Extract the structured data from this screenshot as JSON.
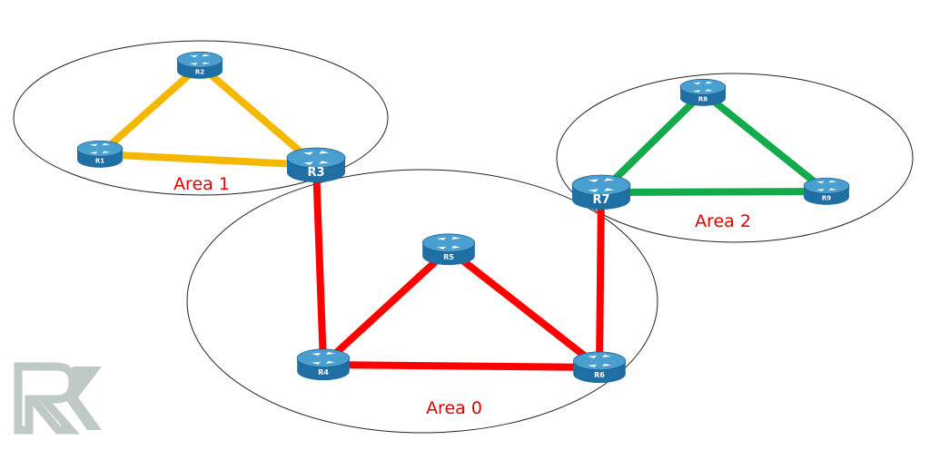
{
  "areas": [
    {
      "id": "area1",
      "label": "Area 1"
    },
    {
      "id": "area0",
      "label": "Area 0"
    },
    {
      "id": "area2",
      "label": "Area 2"
    }
  ],
  "routers": [
    {
      "id": "R1",
      "label": "R1"
    },
    {
      "id": "R2",
      "label": "R2"
    },
    {
      "id": "R3",
      "label": "R3"
    },
    {
      "id": "R4",
      "label": "R4"
    },
    {
      "id": "R5",
      "label": "R5"
    },
    {
      "id": "R6",
      "label": "R6"
    },
    {
      "id": "R7",
      "label": "R7"
    },
    {
      "id": "R8",
      "label": "R8"
    },
    {
      "id": "R9",
      "label": "R9"
    }
  ],
  "links": [
    {
      "from": "R1",
      "to": "R2",
      "area": "area1"
    },
    {
      "from": "R2",
      "to": "R3",
      "area": "area1"
    },
    {
      "from": "R1",
      "to": "R3",
      "area": "area1"
    },
    {
      "from": "R3",
      "to": "R4",
      "area": "area0"
    },
    {
      "from": "R4",
      "to": "R5",
      "area": "area0"
    },
    {
      "from": "R5",
      "to": "R6",
      "area": "area0"
    },
    {
      "from": "R4",
      "to": "R6",
      "area": "area0"
    },
    {
      "from": "R7",
      "to": "R6",
      "area": "area0"
    },
    {
      "from": "R7",
      "to": "R8",
      "area": "area2"
    },
    {
      "from": "R8",
      "to": "R9",
      "area": "area2"
    },
    {
      "from": "R7",
      "to": "R9",
      "area": "area2"
    }
  ],
  "colors": {
    "area1": "#f5b800",
    "area0": "#ff0000",
    "area2": "#12aa4a",
    "router_body": "#1f6fa4",
    "router_top": "#4a9fd1",
    "area_label": "#e00000",
    "logo": "#b9c4c2"
  },
  "logo": {
    "text": "RK"
  }
}
